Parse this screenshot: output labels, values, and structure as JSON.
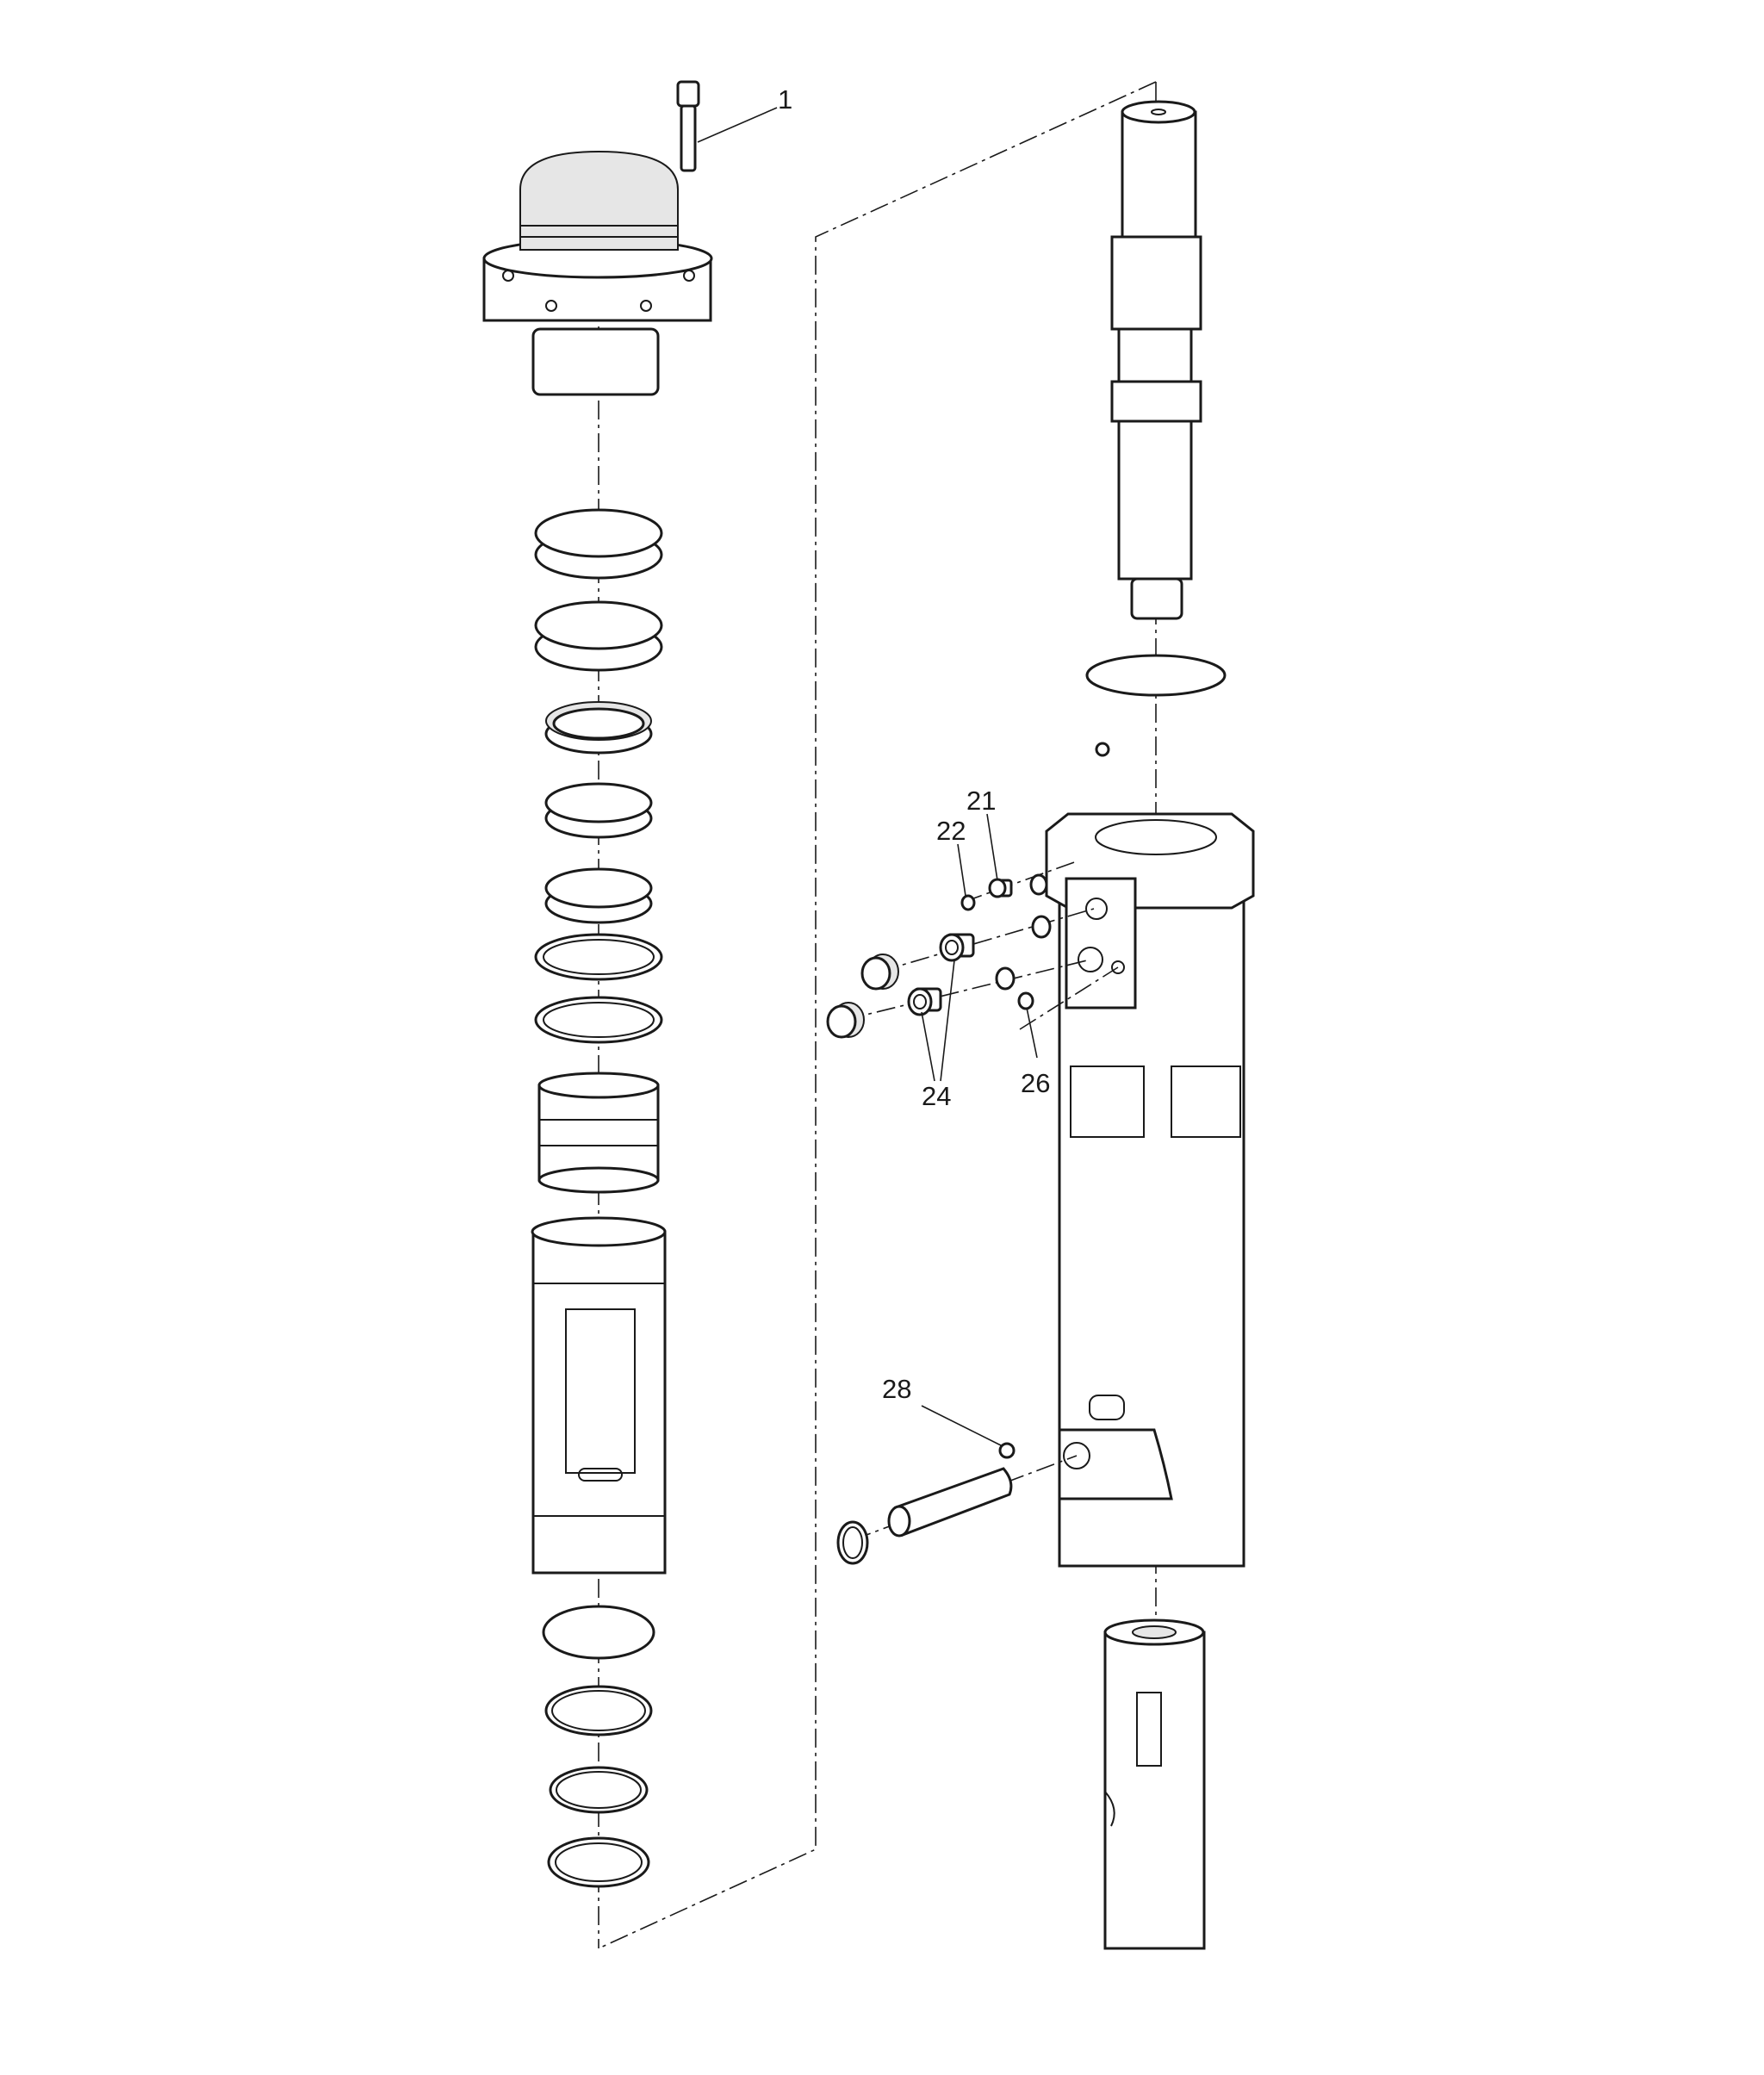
{
  "diagram": {
    "type": "exploded-parts-view",
    "callouts": [
      {
        "id": "c1",
        "text": "1"
      },
      {
        "id": "c21",
        "text": "21"
      },
      {
        "id": "c22",
        "text": "22"
      },
      {
        "id": "c24",
        "text": "24"
      },
      {
        "id": "c26",
        "text": "26"
      },
      {
        "id": "c28",
        "text": "28"
      }
    ]
  }
}
